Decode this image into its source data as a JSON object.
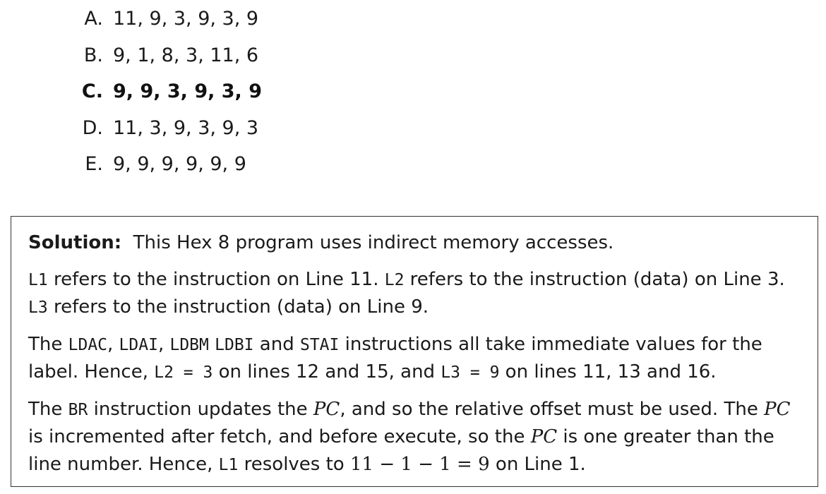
{
  "options": [
    {
      "letter": "A.",
      "text": "11, 9, 3, 9, 3, 9"
    },
    {
      "letter": "B.",
      "text": "9, 1, 8, 3, 11, 6"
    },
    {
      "letter": "C.",
      "text": "9, 9, 3, 9, 3, 9"
    },
    {
      "letter": "D.",
      "text": "11, 3, 9, 3, 9, 3"
    },
    {
      "letter": "E.",
      "text": "9, 9, 9, 9, 9, 9"
    }
  ],
  "solution": {
    "heading": "Solution:",
    "p1": "This Hex 8 program uses indirect memory accesses.",
    "p2": {
      "l1": "L1",
      "t1": " refers to the instruction on Line 11. ",
      "l2": "L2",
      "t2": " refers to the instruction (data) on Line 3.",
      "l3": "L3",
      "t3": " refers to the instruction (data) on Line 9."
    },
    "p3": {
      "a": "The ",
      "ldac": "LDAC",
      "b": ", ",
      "ldai": "LDAI",
      "c": ", ",
      "ldbm": "LDBM",
      "d": " ",
      "ldbi": "LDBI",
      "e": " and ",
      "stai": "STAI",
      "f": " instructions all take immediate values for the label. Hence, ",
      "eq1": "L2 = 3",
      "g": " on lines 12 and 15, and ",
      "eq2": "L3 = 9",
      "h": " on lines 11, 13 and 16."
    },
    "p4": {
      "a": "The ",
      "br": "BR",
      "b": " instruction updates the ",
      "pc1": "PC",
      "c": ", and so the relative offset must be used.  The ",
      "pc2": "PC",
      "d": " is incremented after fetch, and before execute, so the ",
      "pc3": "PC",
      "e": " is one greater than the line number. Hence, ",
      "l1": "L1",
      "f": "  resolves to ",
      "expr": "11 − 1 − 1 = 9",
      "g": " on Line 1."
    }
  }
}
